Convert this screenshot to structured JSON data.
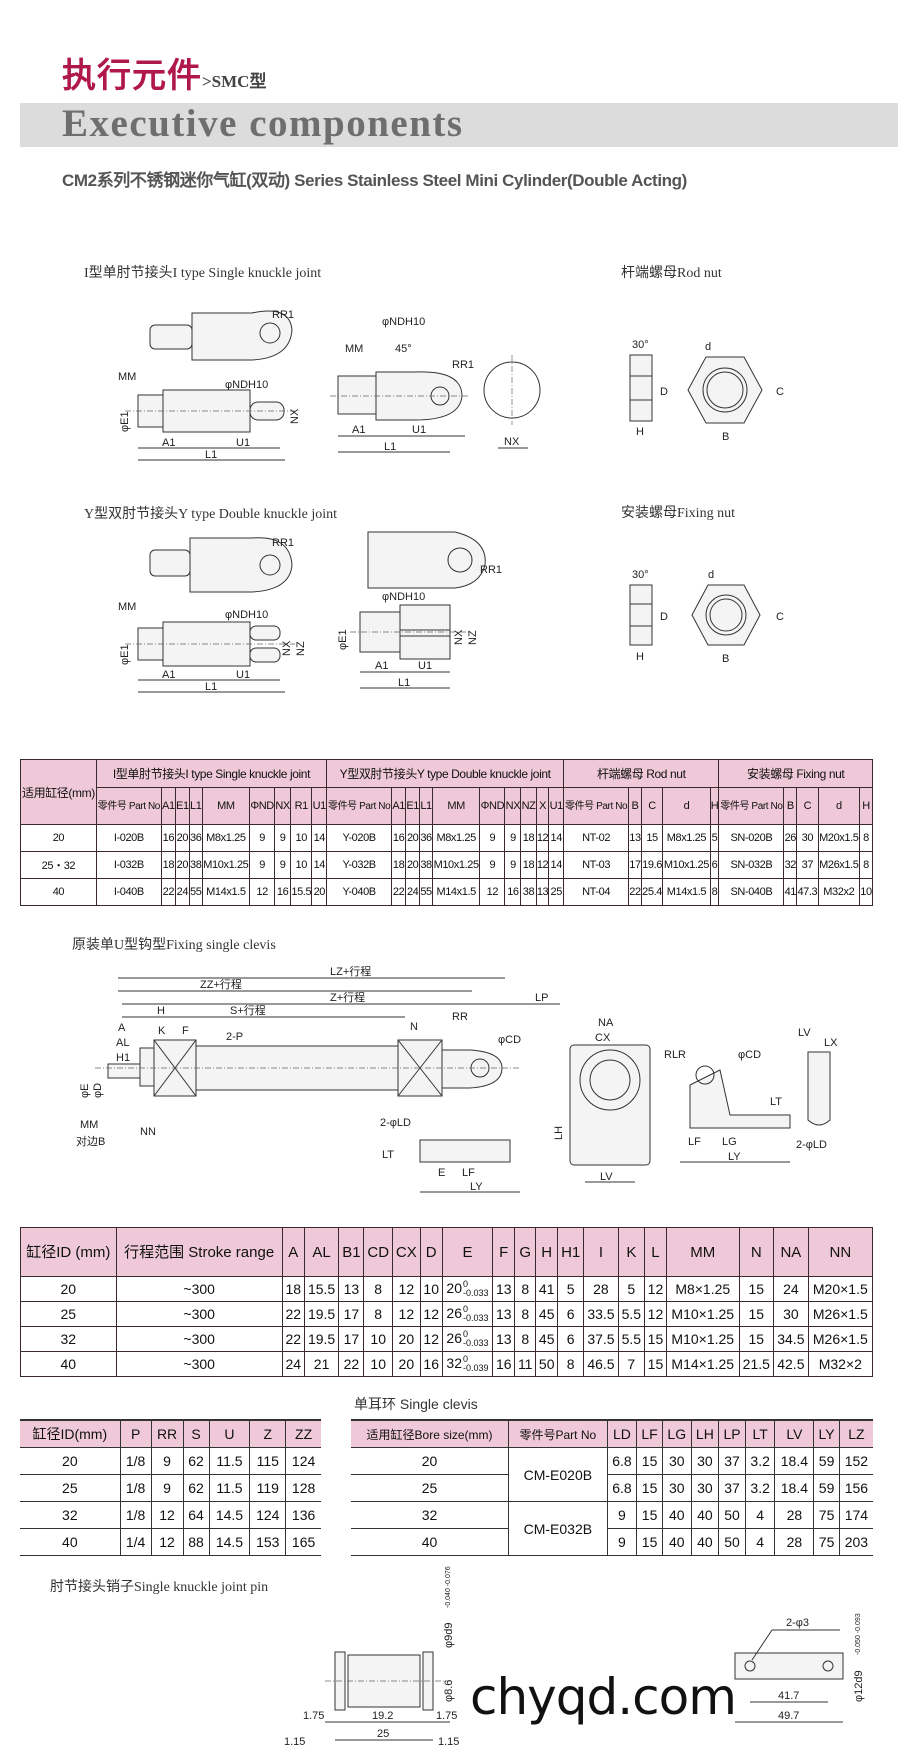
{
  "header": {
    "title_cn": "执行元件",
    "title_suffix": ">SMC型",
    "title_en": "Executive components",
    "subtitle": "CM2系列不锈钢迷你气缸(双动) Series Stainless Steel Mini Cylinder(Double Acting)"
  },
  "sections": {
    "i_type": "I型单肘节接头I type Single knuckle joint",
    "rod_nut": "杆端螺母Rod nut",
    "y_type": "Y型双肘节接头Y type Double knuckle joint",
    "fixing_nut": "安装螺母Fixing nut",
    "clevis": "原装单U型钩型Fixing single clevis",
    "single_clevis": "单耳环 Single clevis",
    "pin": "肘节接头销子Single knuckle joint pin"
  },
  "drawing_labels": {
    "mm": "MM",
    "e1": "φE1",
    "a1": "A1",
    "l1": "L1",
    "u1": "U1",
    "nx": "NX",
    "nz": "NZ",
    "nd": "φNDH10",
    "rr1": "RR1",
    "deg45": "45°",
    "deg30": "30°",
    "d_big": "D",
    "h": "H",
    "d_small": "d",
    "c": "C",
    "b": "B",
    "lz": "LZ+行程",
    "zz": "ZZ+行程",
    "z": "Z+行程",
    "s": "S+行程",
    "lp": "LP",
    "hh": "H",
    "rr": "RR",
    "k": "K",
    "f": "F",
    "a": "A",
    "al": "AL",
    "h1": "H1",
    "p2": "2-P",
    "cd": "φCD",
    "e": "φE",
    "dd": "φD",
    "nn": "NN",
    "n": "N",
    "b_flat": "对边B",
    "ld2": "2-φLD",
    "lt": "LT",
    "lf": "LF",
    "lg": "LG",
    "ly": "LY",
    "ee": "E",
    "na": "NA",
    "cx": "CX",
    "lh": "LH",
    "lv": "LV",
    "rlr": "RLR",
    "lx": "LX",
    "pin_9d9": "φ9d9",
    "pin_tol": "-0.040 -0.076",
    "pin_86": "φ8.6",
    "pin_175a": "1.75",
    "pin_192": "19.2",
    "pin_175b": "1.75",
    "pin_115a": "1.15",
    "pin_25": "25",
    "pin_115b": "1.15",
    "plate_holes": "2-φ3",
    "plate_12d9": "φ12d9",
    "plate_tol": "-0.050 -0.093",
    "plate_417": "41.7",
    "plate_497": "49.7"
  },
  "table_accessories": {
    "header_rows": [
      [
        {
          "text": "适用缸径(mm)",
          "rowspan": 2
        },
        {
          "text": "I型单肘节接头I type Single knuckle joint",
          "colspan": 9
        },
        {
          "text": "Y型双肘节接头Y type Double knuckle joint",
          "colspan": 10
        },
        {
          "text": "杆端螺母 Rod nut",
          "colspan": 5
        },
        {
          "text": "安装螺母 Fixing nut",
          "colspan": 5
        }
      ],
      [
        {
          "text": "零件号 Part No",
          "pn": true
        },
        {
          "text": "A1"
        },
        {
          "text": "E1"
        },
        {
          "text": "L1"
        },
        {
          "text": "MM"
        },
        {
          "text": "ΦND"
        },
        {
          "text": "NX"
        },
        {
          "text": "R1"
        },
        {
          "text": "U1"
        },
        {
          "text": "零件号 Part No",
          "pn": true
        },
        {
          "text": "A1"
        },
        {
          "text": "E1"
        },
        {
          "text": "L1"
        },
        {
          "text": "MM"
        },
        {
          "text": "ΦND"
        },
        {
          "text": "NX"
        },
        {
          "text": "NZ"
        },
        {
          "text": "X"
        },
        {
          "text": "U1"
        },
        {
          "text": "零件号 Part No",
          "pn": true
        },
        {
          "text": "B"
        },
        {
          "text": "C"
        },
        {
          "text": "d"
        },
        {
          "text": "H"
        },
        {
          "text": "零件号 Part No",
          "pn": true
        },
        {
          "text": "B"
        },
        {
          "text": "C"
        },
        {
          "text": "d"
        },
        {
          "text": "H"
        }
      ]
    ],
    "rows": [
      [
        "20",
        "I-020B",
        "16",
        "20",
        "36",
        "M8x1.25",
        "9",
        "9",
        "10",
        "14",
        "Y-020B",
        "16",
        "20",
        "36",
        "M8x1.25",
        "9",
        "9",
        "18",
        "12",
        "14",
        "NT-02",
        "13",
        "15",
        "M8x1.25",
        "5",
        "SN-020B",
        "26",
        "30",
        "M20x1.5",
        "8"
      ],
      [
        "25・32",
        "I-032B",
        "18",
        "20",
        "38",
        "M10x1.25",
        "9",
        "9",
        "10",
        "14",
        "Y-032B",
        "18",
        "20",
        "38",
        "M10x1.25",
        "9",
        "9",
        "18",
        "12",
        "14",
        "NT-03",
        "17",
        "19.6",
        "M10x1.25",
        "6",
        "SN-032B",
        "32",
        "37",
        "M26x1.5",
        "8"
      ],
      [
        "40",
        "I-040B",
        "22",
        "24",
        "55",
        "M14x1.5",
        "12",
        "16",
        "15.5",
        "20",
        "Y-040B",
        "22",
        "24",
        "55",
        "M14x1.5",
        "12",
        "16",
        "38",
        "13",
        "25",
        "NT-04",
        "22",
        "25.4",
        "M14x1.5",
        "8",
        "SN-040B",
        "41",
        "47.3",
        "M32x2",
        "10"
      ]
    ]
  },
  "table_dimensions": {
    "header_rows": [
      [
        {
          "text": "缸径ID (mm)"
        },
        {
          "text": "行程范围 Stroke range"
        },
        {
          "text": "A"
        },
        {
          "text": "AL"
        },
        {
          "text": "B1"
        },
        {
          "text": "CD"
        },
        {
          "text": "CX"
        },
        {
          "text": "D"
        },
        {
          "text": "E"
        },
        {
          "text": "F"
        },
        {
          "text": "G"
        },
        {
          "text": "H"
        },
        {
          "text": "H1"
        },
        {
          "text": "I"
        },
        {
          "text": "K"
        },
        {
          "text": "L"
        },
        {
          "text": "MM"
        },
        {
          "text": "N"
        },
        {
          "text": "NA"
        },
        {
          "text": "NN"
        }
      ]
    ],
    "rows": [
      [
        "20",
        "~300",
        "18",
        "15.5",
        "13",
        "8",
        "12",
        "10",
        {
          "text": "20",
          "up": "0",
          "low": "-0.033"
        },
        "13",
        "8",
        "41",
        "5",
        "28",
        "5",
        "12",
        "M8×1.25",
        "15",
        "24",
        "M20×1.5"
      ],
      [
        "25",
        "~300",
        "22",
        "19.5",
        "17",
        "8",
        "12",
        "12",
        {
          "text": "26",
          "up": "0",
          "low": "-0.033"
        },
        "13",
        "8",
        "45",
        "6",
        "33.5",
        "5.5",
        "12",
        "M10×1.25",
        "15",
        "30",
        "M26×1.5"
      ],
      [
        "32",
        "~300",
        "22",
        "19.5",
        "17",
        "10",
        "20",
        "12",
        {
          "text": "26",
          "up": "0",
          "low": "-0.033"
        },
        "13",
        "8",
        "45",
        "6",
        "37.5",
        "5.5",
        "15",
        "M10×1.25",
        "15",
        "34.5",
        "M26×1.5"
      ],
      [
        "40",
        "~300",
        "24",
        "21",
        "22",
        "10",
        "20",
        "16",
        {
          "text": "32",
          "up": "0",
          "low": "-0.039"
        },
        "16",
        "11",
        "50",
        "8",
        "46.5",
        "7",
        "15",
        "M14×1.25",
        "21.5",
        "42.5",
        "M32×2"
      ]
    ]
  },
  "table_ports": {
    "header_rows": [
      [
        {
          "text": "缸径ID(mm)"
        },
        {
          "text": "P"
        },
        {
          "text": "RR"
        },
        {
          "text": "S"
        },
        {
          "text": "U"
        },
        {
          "text": "Z"
        },
        {
          "text": "ZZ"
        }
      ]
    ],
    "rows": [
      [
        "20",
        "1/8",
        "9",
        "62",
        "11.5",
        "115",
        "124"
      ],
      [
        "25",
        "1/8",
        "9",
        "62",
        "11.5",
        "119",
        "128"
      ],
      [
        "32",
        "1/8",
        "12",
        "64",
        "14.5",
        "124",
        "136"
      ],
      [
        "40",
        "1/4",
        "12",
        "88",
        "14.5",
        "153",
        "165"
      ]
    ]
  },
  "table_single_clevis": {
    "header_rows": [
      [
        {
          "text": "适用缸径Bore size(mm)",
          "small": true
        },
        {
          "text": "零件号Part No",
          "small": true
        },
        {
          "text": "LD"
        },
        {
          "text": "LF"
        },
        {
          "text": "LG"
        },
        {
          "text": "LH"
        },
        {
          "text": "LP"
        },
        {
          "text": "LT"
        },
        {
          "text": "LV"
        },
        {
          "text": "LY"
        },
        {
          "text": "LZ"
        }
      ]
    ],
    "rows": [
      [
        "20",
        {
          "text": "CM-E020B",
          "rowspan": 2
        },
        "6.8",
        "15",
        "30",
        "30",
        "37",
        "3.2",
        "18.4",
        "59",
        "152"
      ],
      [
        "25",
        null,
        "6.8",
        "15",
        "30",
        "30",
        "37",
        "3.2",
        "18.4",
        "59",
        "156"
      ],
      [
        "32",
        {
          "text": "CM-E032B",
          "rowspan": 2
        },
        "9",
        "15",
        "40",
        "40",
        "50",
        "4",
        "28",
        "75",
        "174"
      ],
      [
        "40",
        null,
        "9",
        "15",
        "40",
        "40",
        "50",
        "4",
        "28",
        "75",
        "203"
      ]
    ]
  },
  "watermark": "chyqd.com",
  "colors": {
    "accent": "#b0184c",
    "header_pink": "#efc9d8",
    "band_gray": "#dcdcdc"
  }
}
